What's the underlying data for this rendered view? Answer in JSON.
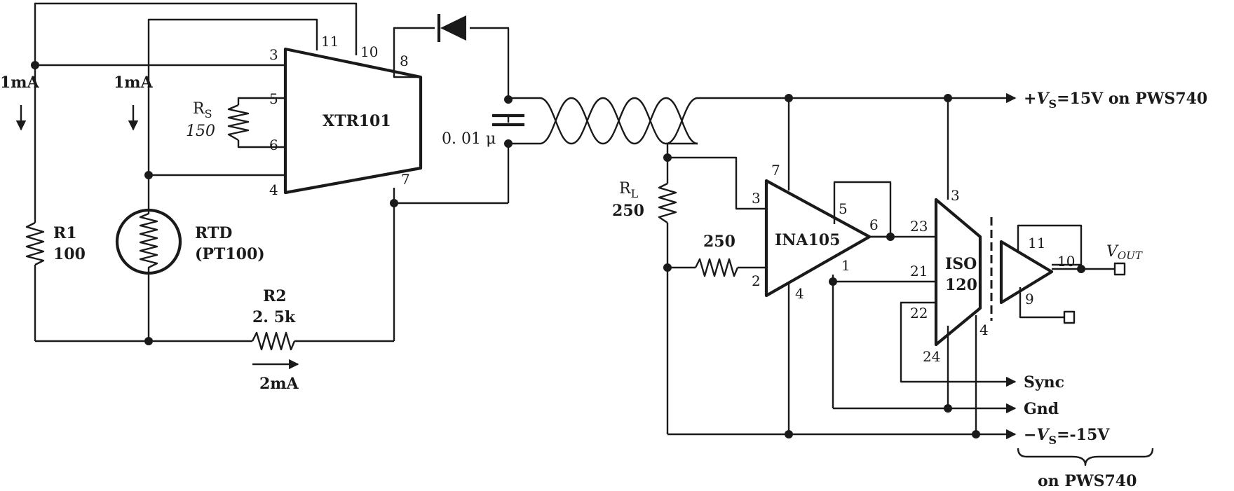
{
  "components": {
    "xtr101": {
      "name": "XTR101",
      "pins": [
        "3",
        "11",
        "10",
        "8",
        "5",
        "6",
        "4",
        "7"
      ]
    },
    "ina105": {
      "name": "INA105",
      "pins": [
        "7",
        "3",
        "5",
        "6",
        "1",
        "2",
        "4"
      ]
    },
    "iso120": {
      "name_line1": "ISO",
      "name_line2": "120",
      "pins": [
        "3",
        "23",
        "21",
        "22",
        "24",
        "4"
      ]
    },
    "buffer": {
      "pins": [
        "11",
        "10",
        "9"
      ]
    },
    "rs": {
      "label_main": "R",
      "label_sub": "S",
      "value": "150"
    },
    "r1": {
      "label": "R1",
      "value": "100"
    },
    "rtd": {
      "label": "RTD",
      "value": "(PT100)"
    },
    "r2": {
      "label": "R2",
      "value": "2. 5k"
    },
    "rl": {
      "label_main": "R",
      "label_sub": "L",
      "value": "250"
    },
    "r250": {
      "value": "250"
    },
    "cap": {
      "value": "0. 01 μ"
    }
  },
  "currents": {
    "left": "1mA",
    "middle": "1mA",
    "bottom": "2mA"
  },
  "rails": {
    "positive": {
      "sign": "+",
      "v": "V",
      "sub": "S",
      "rest": "=15V on PWS740"
    },
    "sync": "Sync",
    "gnd": "Gnd",
    "negative": {
      "sign": "−",
      "v": "V",
      "sub": "S",
      "rest": "=-15V"
    },
    "brace_label": "on PWS740"
  },
  "output": {
    "v": "V",
    "sub": "OUT"
  }
}
